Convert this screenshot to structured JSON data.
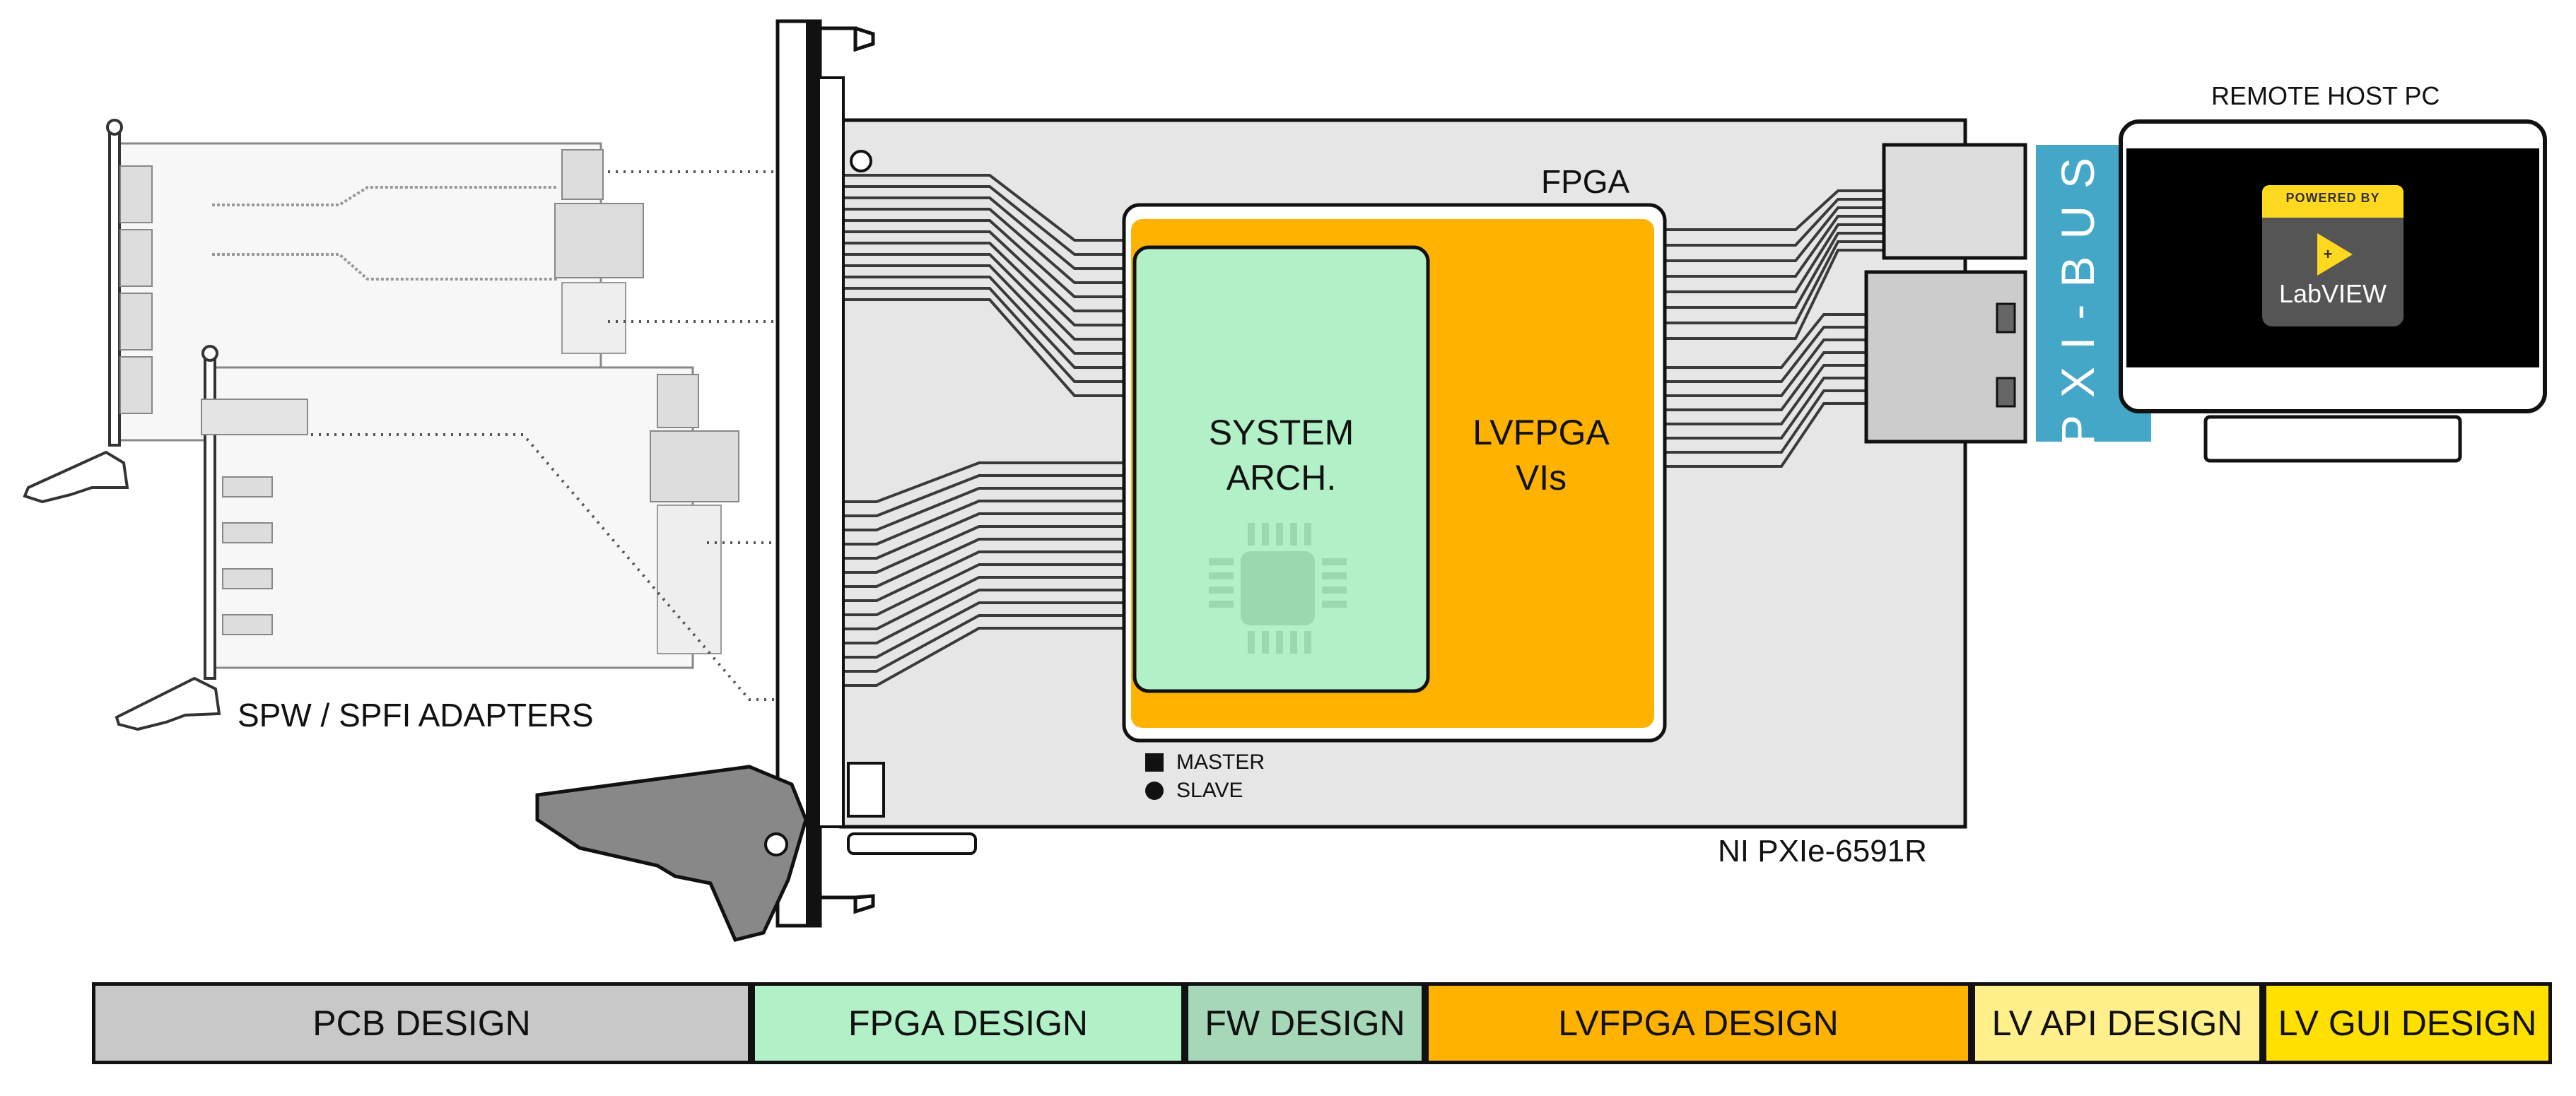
{
  "labels": {
    "remote_host": "REMOTE HOST PC",
    "fpga": "FPGA",
    "system_arch_line1": "SYSTEM",
    "system_arch_line2": "ARCH.",
    "lvfpga_line1": "LVFPGA",
    "lvfpga_line2": "VIs",
    "master": "MASTER",
    "slave": "SLAVE",
    "adapters": "SPW / SPFI ADAPTERS",
    "board": "NI PXIe-6591R",
    "pxi_bus": "PXI-BUS",
    "powered_by": "POWERED BY",
    "labview": "LabVIEW"
  },
  "design_bar": [
    {
      "label": "PCB DESIGN",
      "color": "#c8c8c8"
    },
    {
      "label": "FPGA DESIGN",
      "color": "#b2f0c8"
    },
    {
      "label": "FW DESIGN",
      "color": "#a6d7b8"
    },
    {
      "label": "LVFPGA DESIGN",
      "color": "#ffb300"
    },
    {
      "label": "LV API DESIGN",
      "color": "#fff08c"
    },
    {
      "label": "LV GUI DESIGN",
      "color": "#ffe000"
    }
  ],
  "colors": {
    "board": "#e6e6e6",
    "system_arch": "#b2f0c8",
    "lvfpga": "#ffb300",
    "pxi_bus": "#45a7c8",
    "labview_yellow": "#ffd820",
    "labview_gray": "#555555"
  }
}
